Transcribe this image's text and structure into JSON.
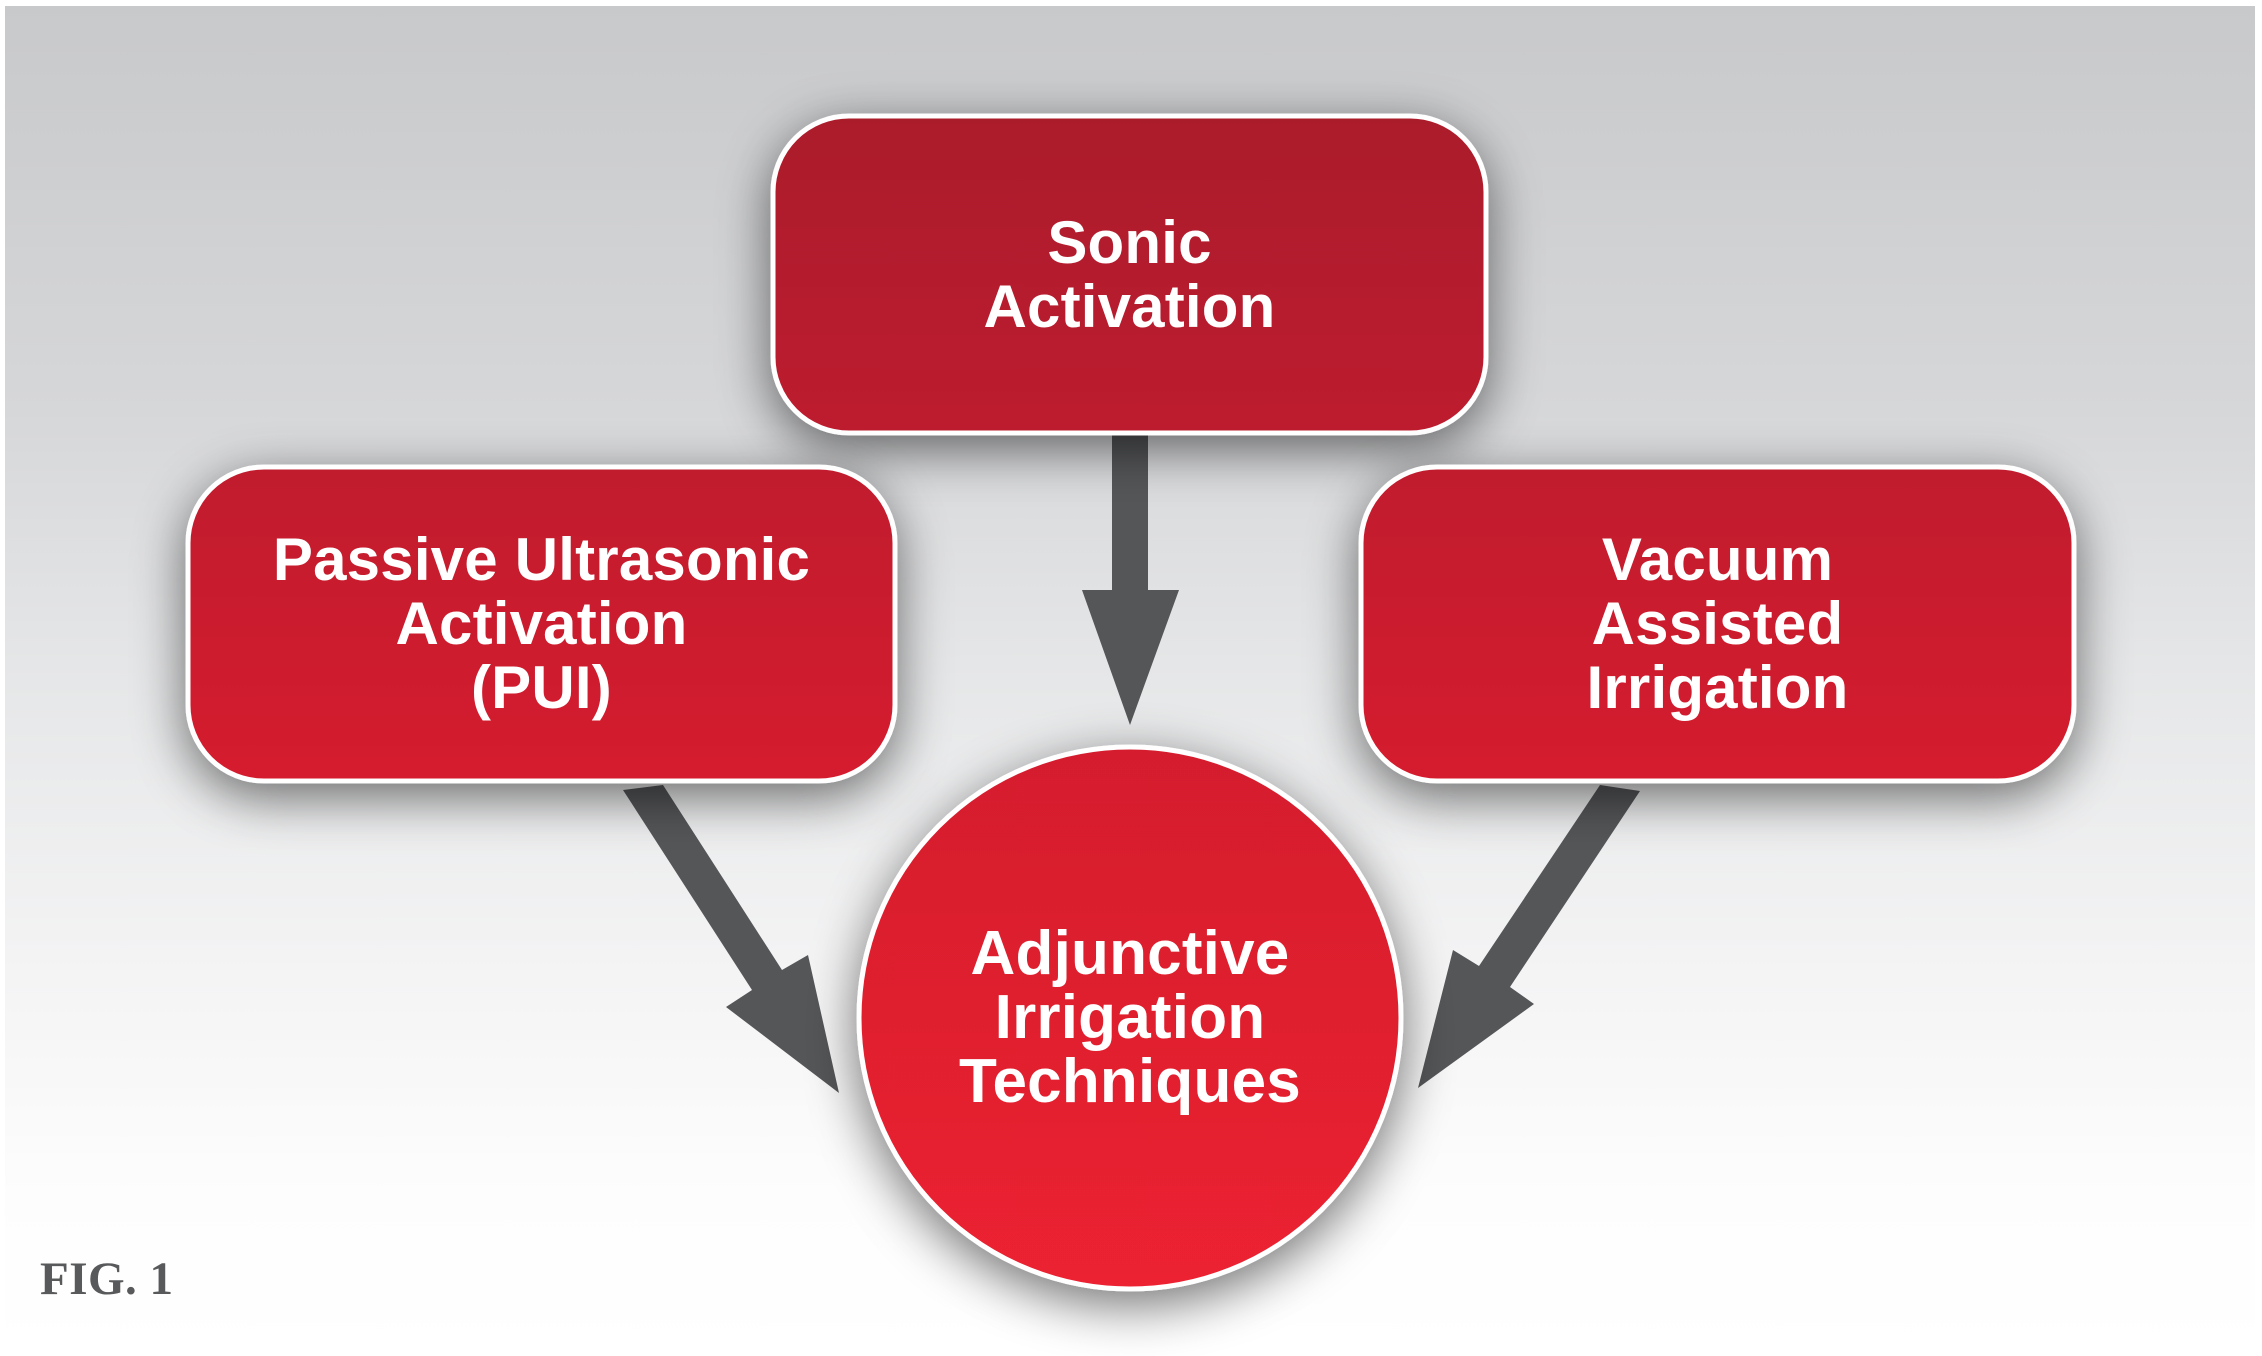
{
  "diagram": {
    "nodes": {
      "sonic": {
        "lines": [
          "Sonic",
          "Activation"
        ]
      },
      "pui": {
        "lines": [
          "Passive Ultrasonic",
          "Activation",
          "(PUI)"
        ]
      },
      "vacuum": {
        "lines": [
          "Vacuum",
          "Assisted",
          "Irrigation"
        ]
      },
      "center": {
        "lines": [
          "Adjunctive",
          "Irrigation",
          "Techniques"
        ]
      }
    },
    "edges": [
      {
        "from": "sonic",
        "to": "center"
      },
      {
        "from": "pui",
        "to": "center"
      },
      {
        "from": "vacuum",
        "to": "center"
      }
    ],
    "figure_label": "FIG. 1"
  },
  "colors": {
    "box_top": "#ad1c2c",
    "box_bottom": "#d41f2e",
    "circle_top": "#d41f2e",
    "circle_bottom": "#ea2030",
    "arrow": "#555658",
    "border": "#ffffff",
    "label": "#58595b",
    "background_top": "#c8c9cb",
    "background_bottom": "#ffffff"
  }
}
